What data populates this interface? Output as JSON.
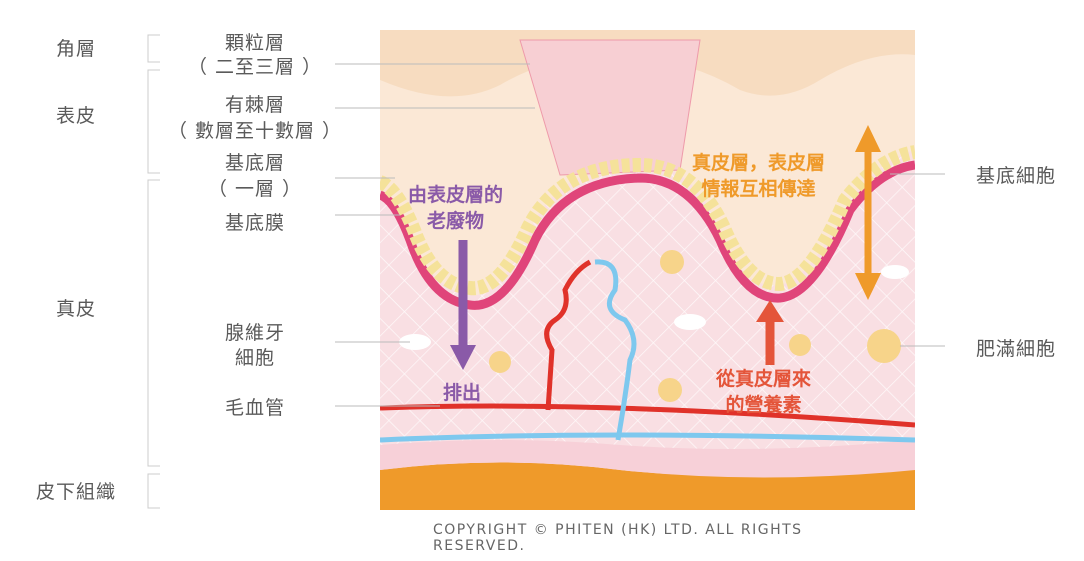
{
  "layers_left": [
    "角層",
    "表皮",
    "真皮",
    "皮下組織"
  ],
  "structure_labels": {
    "granular": "顆粒層",
    "granular_note": "（ 二至三層 ）",
    "spinous": "有棘層",
    "spinous_note": "（ 數層至十數層 ）",
    "basal": "基底層",
    "basal_note": "（ 一層 ）",
    "basement_membrane": "基底膜",
    "fibroblast_1": "腺維牙",
    "fibroblast_2": "細胞",
    "capillary": "毛血管"
  },
  "right_labels": {
    "basal_cell": "基底細胞",
    "mast_cell": "肥滿細胞"
  },
  "annotations": {
    "waste_1": "由表皮層的",
    "waste_2": "老廢物",
    "excrete": "排出",
    "info_1": "真皮層，表皮層",
    "info_2": "情報互相傳達",
    "nutrient_1": "從真皮層來",
    "nutrient_2": "的營養素"
  },
  "copyright": "COPYRIGHT © PHITEN (HK) LTD. ALL RIGHTS RESERVED.",
  "colors": {
    "purple": "#8a5aa8",
    "orange": "#ef9a2a",
    "red": "#e4553a",
    "artery": "#e0322a",
    "vein": "#7ec8ee"
  }
}
